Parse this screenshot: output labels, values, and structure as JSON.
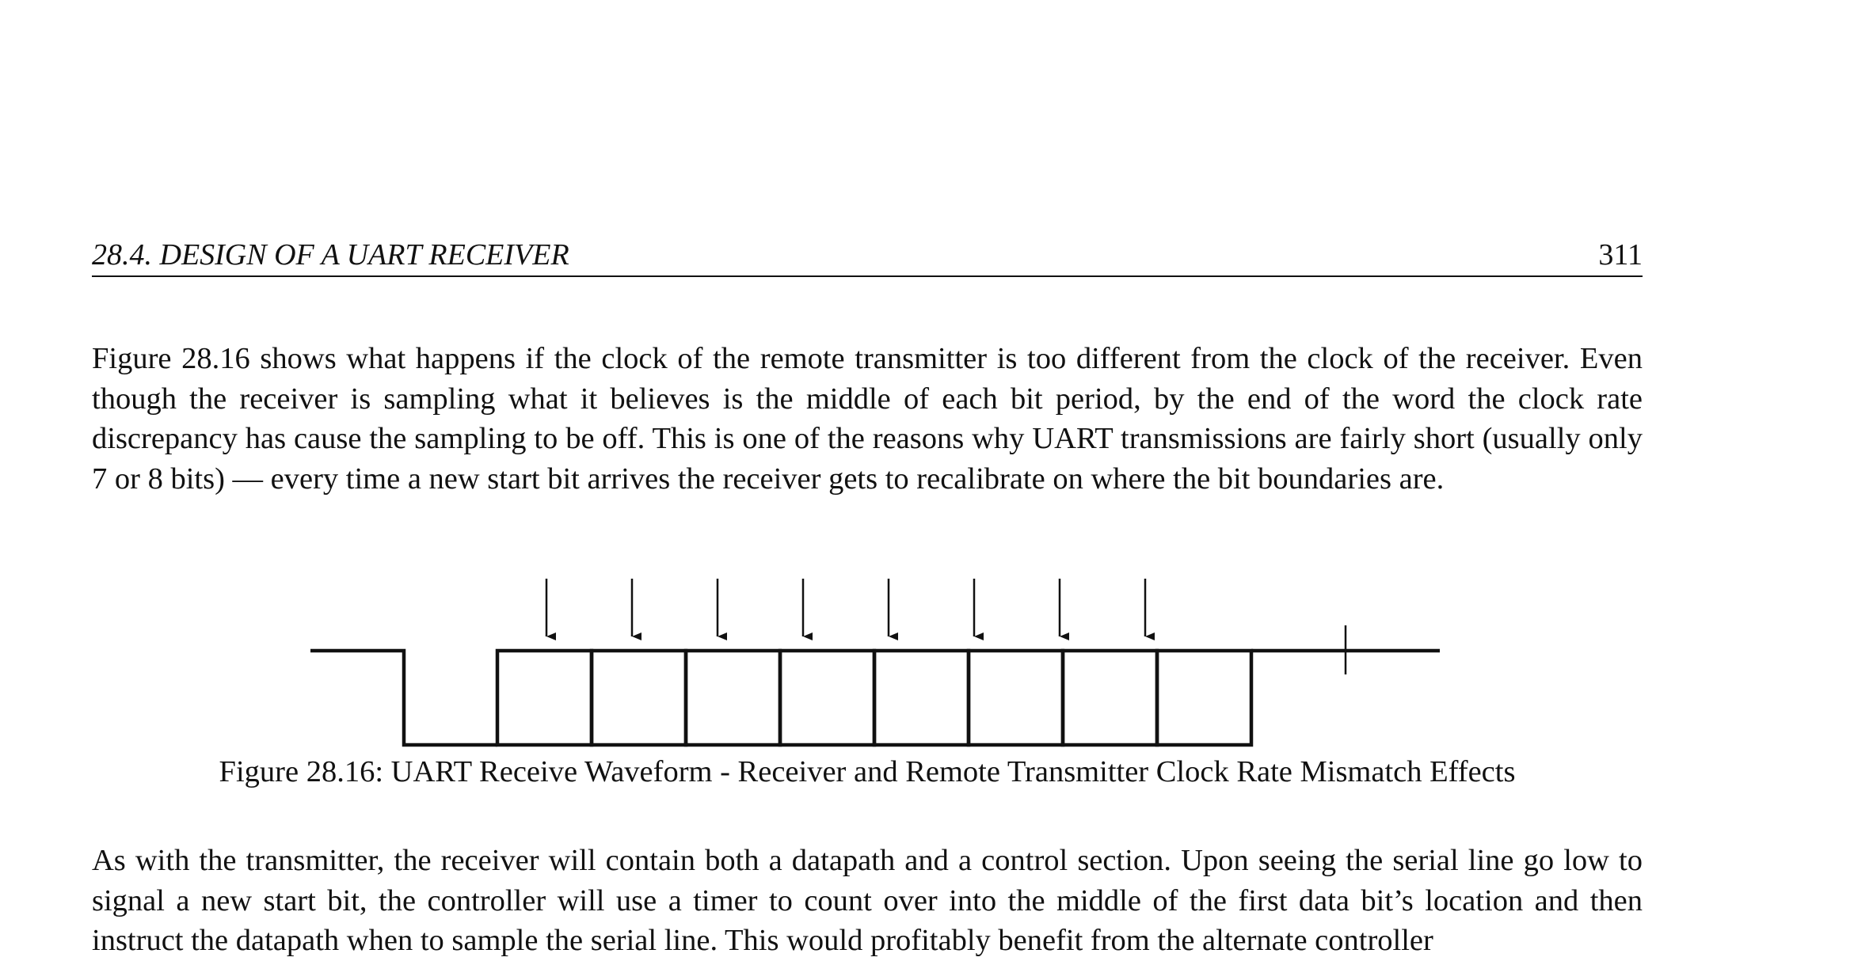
{
  "header": {
    "section_title": "28.4.  DESIGN OF A UART RECEIVER",
    "page_number": "311"
  },
  "body": {
    "paragraph_1": "Figure 28.16 shows what happens if the clock of the remote transmitter is too different from the clock of the receiver. Even though the receiver is sampling what it believes is the middle of each bit period, by the end of the word the clock rate discrepancy has cause the sampling to be off. This is one of the reasons why UART transmissions are fairly short (usually only 7 or 8 bits) — every time a new start bit arrives the receiver gets to recalibrate on where the bit boundaries are.",
    "paragraph_2": "As with the transmitter, the receiver will contain both a datapath and a control section. Upon seeing the serial line go low to signal a new start bit, the controller will use a timer to count over into the middle of the first data bit’s location and then instruct the datapath when to sample the serial line. This would profitably benefit from the alternate controller"
  },
  "figure": {
    "caption": "Figure 28.16: UART Receive Waveform - Receiver and Remote Transmitter Clock Rate Mismatch Effects",
    "waveform": {
      "data_bit_count": 8,
      "sample_arrow_count": 8,
      "stop_marker_count": 1
    }
  }
}
